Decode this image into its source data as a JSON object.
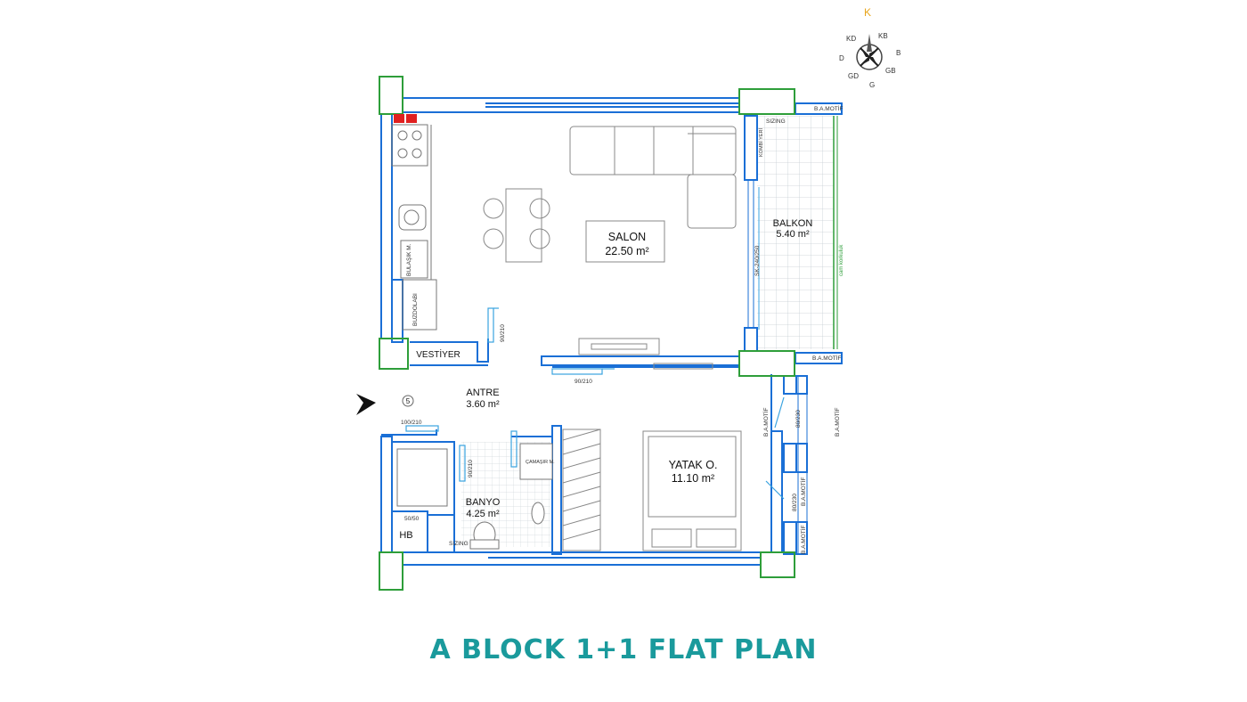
{
  "title": "A BLOCK 1+1 FLAT PLAN",
  "compass": {
    "n": "K",
    "ne": "KB",
    "e": "B",
    "se": "GB",
    "s": "G",
    "sw": "GD",
    "w": "D",
    "nw": "KD"
  },
  "rooms": {
    "salon": {
      "name": "SALON",
      "area": "22.50 m²"
    },
    "balkon": {
      "name": "BALKON",
      "area": "5.40 m²"
    },
    "antre": {
      "name": "ANTRE",
      "area": "3.60 m²"
    },
    "yatak": {
      "name": "YATAK O.",
      "area": "11.10 m²"
    },
    "banyo": {
      "name": "BANYO",
      "area": "4.25 m²"
    },
    "hb": {
      "name": "HB"
    }
  },
  "labels": {
    "vestiyer": "VESTİYER",
    "bulasik": "BULAŞIK M.",
    "buzdolabi": "BUZDOLABI",
    "kombi": "KOMBİ YERİ",
    "camasir": "ÇAMAŞIR M.",
    "ba_motif": "B.A.MOTİF",
    "cam_korkuluk": "cam korkuluk",
    "sk_window": "SK-240/250",
    "door_90_210": "90/210",
    "door_100_210": "100/210",
    "shaft_50_50": "50/50",
    "window_80_230": "80/230",
    "sizing": "SIZING",
    "stair_no": "5"
  },
  "colors": {
    "wall": "#1a6fd6",
    "column": "#2e9e3a",
    "title": "#1a9a9c",
    "grid": "#bfc8cf"
  }
}
